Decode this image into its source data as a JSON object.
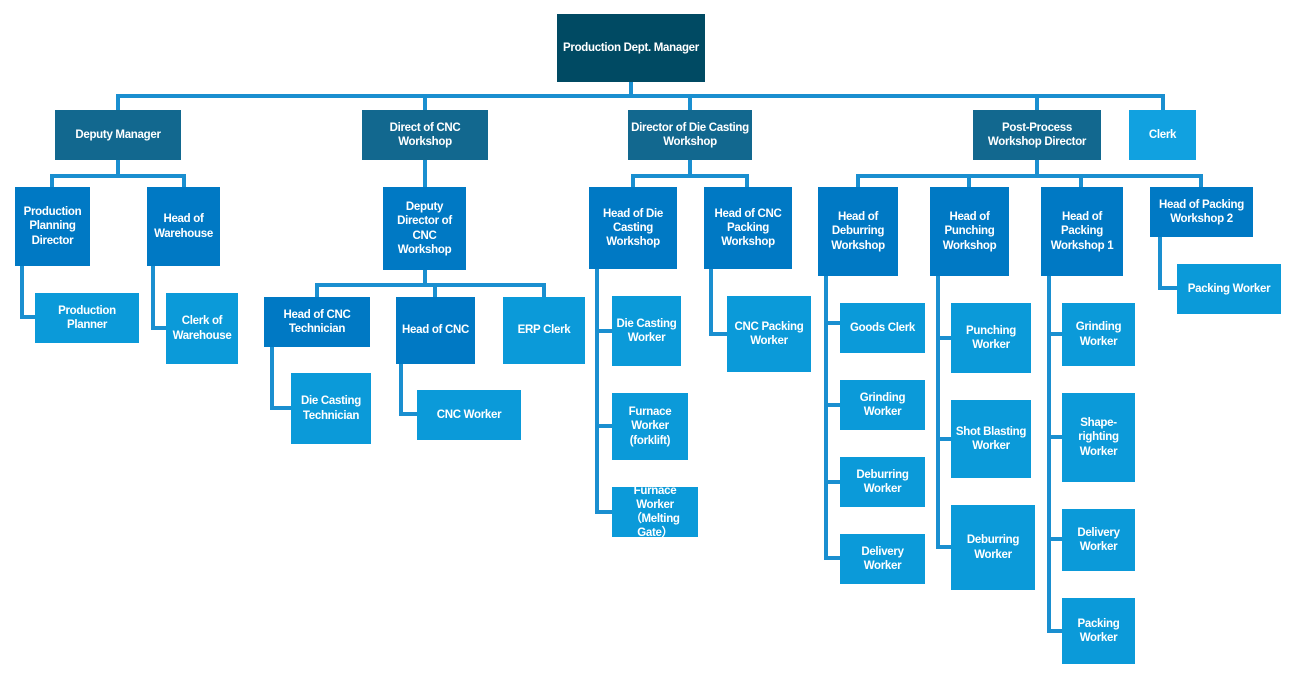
{
  "colors": {
    "root": "#004a63",
    "level1": "#12688f",
    "level2": "#0079c4",
    "leaf": "#0b9ad9",
    "connector": "#1a8fd0"
  },
  "org": {
    "root": "Production Dept. Manager",
    "deputy_manager": {
      "label": "Deputy Manager",
      "production_planning_director": "Production Planning Director",
      "production_planner": "Production Planner",
      "head_of_warehouse": "Head of Warehouse",
      "clerk_of_warehouse": "Clerk of Warehouse"
    },
    "cnc": {
      "label": "Direct of CNC Workshop",
      "deputy_director": "Deputy Director of CNC Workshop",
      "head_of_cnc_technician": "Head of CNC Technician",
      "die_casting_technician": "Die Casting Technician",
      "head_of_cnc": "Head of CNC",
      "cnc_worker": "CNC Worker",
      "erp_clerk": "ERP Clerk"
    },
    "die_casting": {
      "label": "Director of Die Casting Workshop",
      "head_of_die_casting": "Head of  Die Casting Workshop",
      "die_casting_worker": "Die Casting Worker",
      "furnace_worker_forklift": "Furnace Worker (forklift)",
      "furnace_worker_melting_gate": "Furnace Worker （Melting Gate）",
      "head_of_cnc_packing": "Head of CNC Packing Workshop",
      "cnc_packing_worker": "CNC Packing Worker"
    },
    "post_process": {
      "label": "Post-Process Workshop Director",
      "head_of_deburring": "Head of Deburring Workshop",
      "goods_clerk": "Goods Clerk",
      "grinding_worker_a": "Grinding Worker",
      "deburring_worker_a": "Deburring Worker",
      "delivery_worker_a": "Delivery Worker",
      "head_of_punching": "Head of Punching Workshop",
      "punching_worker": "Punching Worker",
      "shot_blasting_worker": "Shot Blasting Worker",
      "deburring_worker_b": "Deburring Worker",
      "head_of_packing_1": "Head of Packing Workshop 1",
      "grinding_worker_b": "Grinding Worker",
      "shape_righting_worker": "Shape-righting Worker",
      "delivery_worker_b": "Delivery Worker",
      "packing_worker_a": "Packing Worker",
      "head_of_packing_2": "Head of Packing Workshop 2",
      "packing_worker_b": "Packing Worker"
    },
    "clerk": "Clerk"
  }
}
